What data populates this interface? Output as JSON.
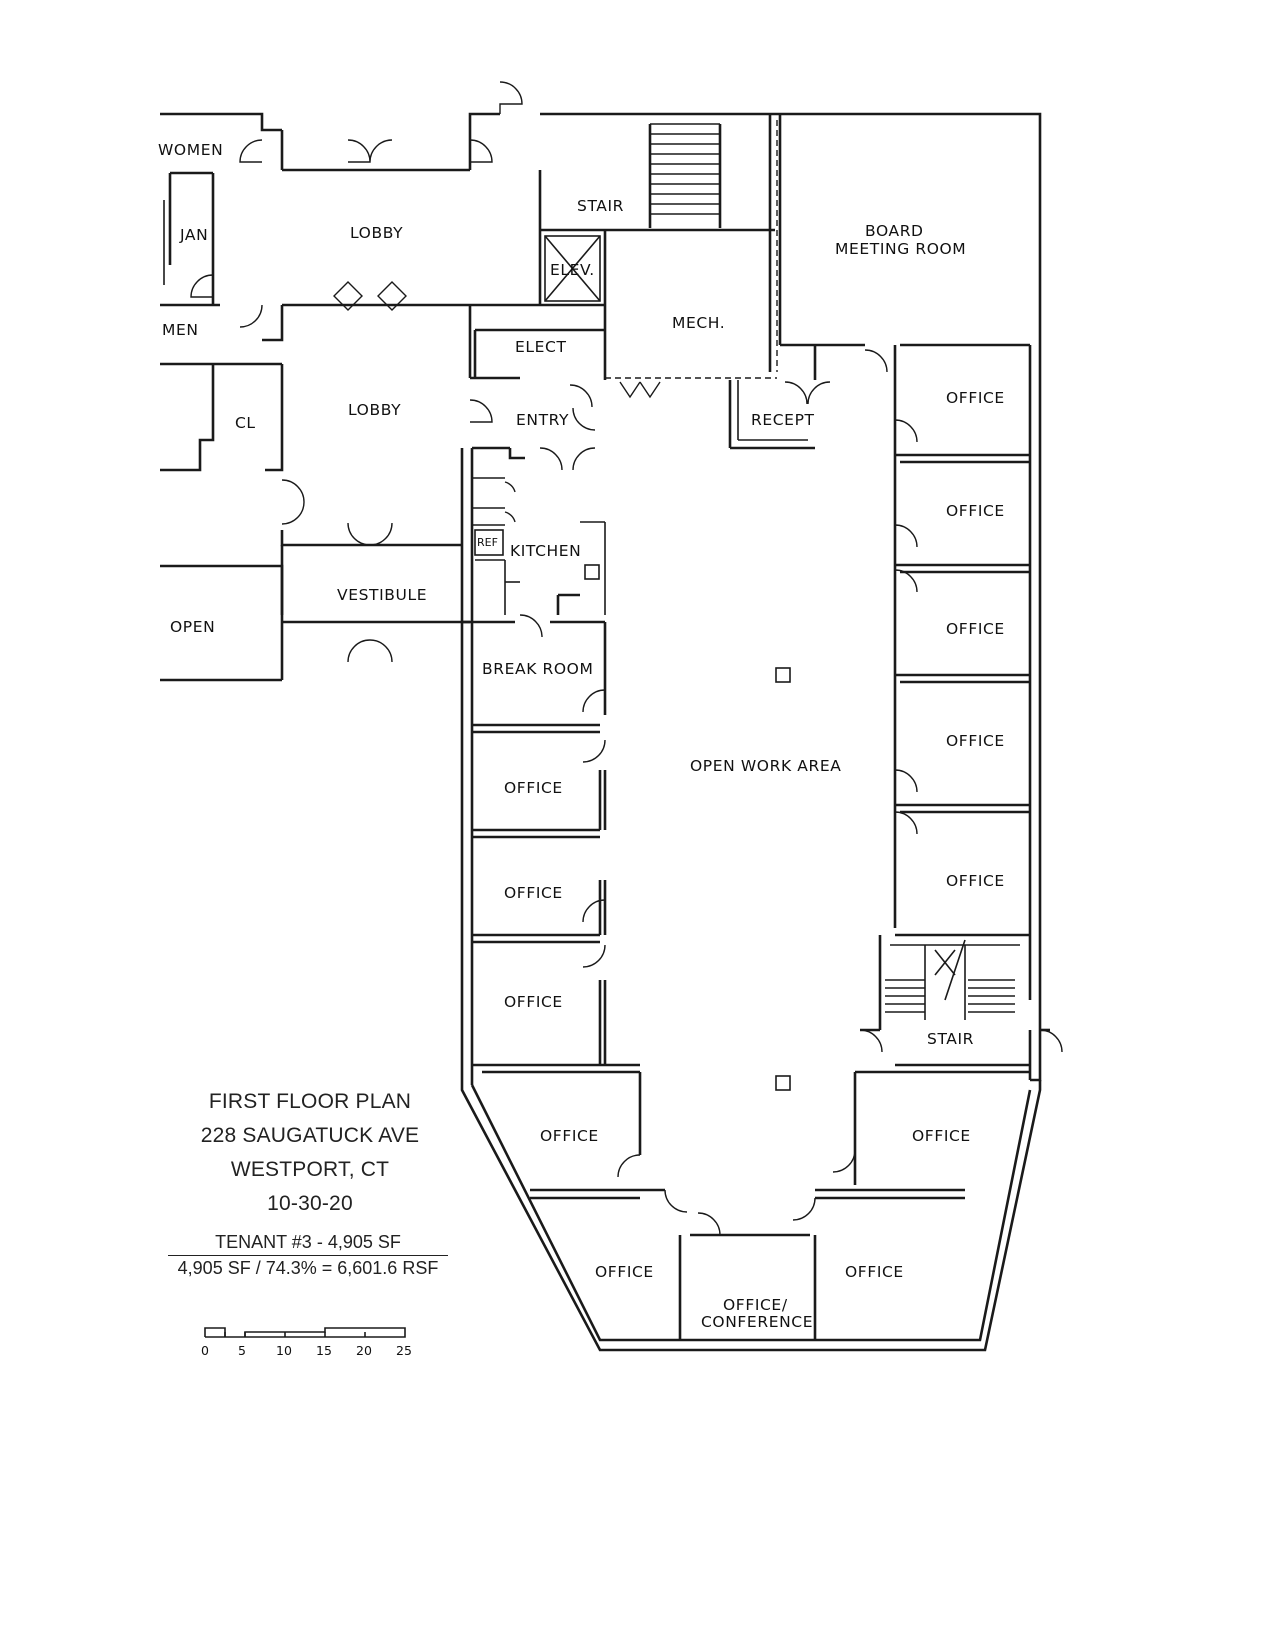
{
  "title_block": {
    "line1": "FIRST FLOOR PLAN",
    "line2": "228 SAUGATUCK AVE",
    "line3": "WESTPORT, CT",
    "line4": "10-30-20"
  },
  "area": {
    "tenant": "TENANT #3 - 4,905 SF",
    "calc": "4,905 SF / 74.3% = 6,601.6 RSF"
  },
  "scale_bar": {
    "labels": [
      "0",
      "5",
      "10",
      "15",
      "20",
      "25"
    ]
  },
  "rooms": {
    "women": "WOMEN",
    "jan": "JAN",
    "lobby_upper": "LOBBY",
    "men": "MEN",
    "lobby_lower": "LOBBY",
    "cl": "CL",
    "vestibule": "VESTIBULE",
    "open": "OPEN",
    "stair_top": "STAIR",
    "elev": "ELEV.",
    "mech": "MECH.",
    "elect": "ELECT",
    "board_line1": "BOARD",
    "board_line2": "MEETING ROOM",
    "entry": "ENTRY",
    "recept": "RECEPT",
    "kitchen": "KITCHEN",
    "ref": "REF",
    "break_room": "BREAK ROOM",
    "open_work_area": "OPEN WORK AREA",
    "stair_right": "STAIR",
    "office_label": "OFFICE",
    "office_conf_line1": "OFFICE/",
    "office_conf_line2": "CONFERENCE"
  }
}
